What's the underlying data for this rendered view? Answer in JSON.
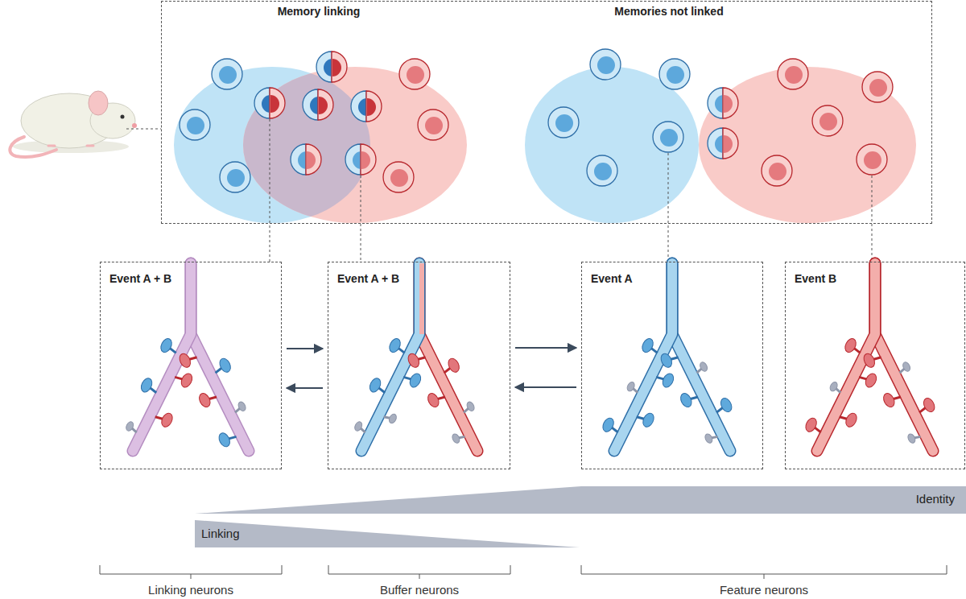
{
  "diagram": {
    "nodes": [
      {
        "text": [
          "Memory linking",
          "Memories not linked"
        ]
      },
      {
        "text": [
          "Event A + B"
        ]
      },
      {
        "text": [
          "Event A + B"
        ]
      },
      {
        "text": [
          "Event A"
        ]
      },
      {
        "text": [
          "Event B"
        ]
      },
      {
        "text": [
          "Identity"
        ]
      },
      {
        "text": [
          "Linking"
        ]
      }
    ],
    "edges": [
      {
        "from": 1,
        "to": 2,
        "arrow": "to"
      },
      {
        "from": 2,
        "to": 1,
        "arrow": "to"
      },
      {
        "from": 2,
        "to": 3,
        "arrow": "to"
      },
      {
        "from": 3,
        "to": 2,
        "arrow": "to"
      }
    ],
    "labels": [
      "Linking neurons",
      "Buffer neurons",
      "Feature neurons"
    ]
  }
}
